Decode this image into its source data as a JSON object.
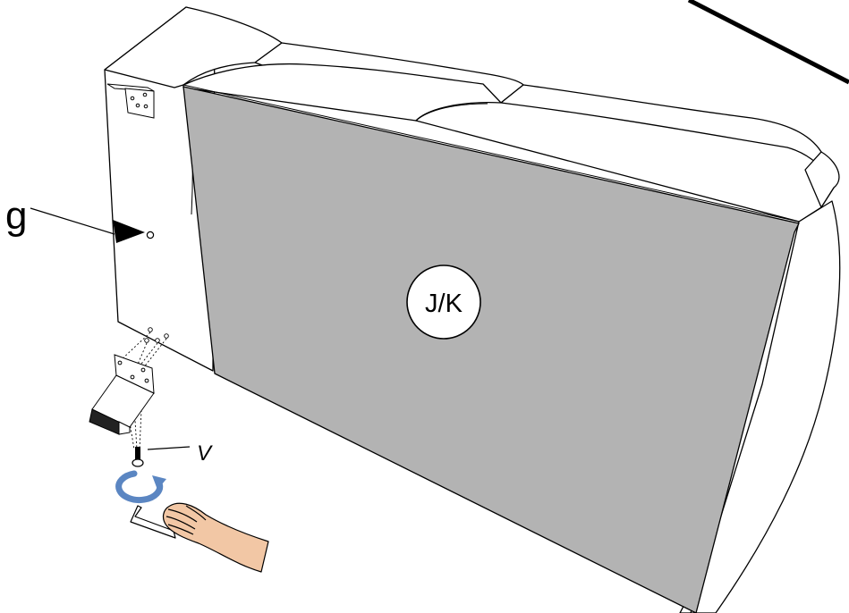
{
  "labels": {
    "g": "g",
    "v": "V",
    "panel": "J/K"
  },
  "colors": {
    "panel_fill": "#b3b3b3",
    "outline": "#000000",
    "background": "#ffffff",
    "rotate_arrow": "#5b86c2",
    "hand_skin": "#f2c7a5",
    "foot_pad": "#222222"
  },
  "icons": {
    "rotation": "rotate-arrow-icon",
    "hand": "hand-icon",
    "tool": "allen-key-icon",
    "screw": "screw-icon"
  }
}
